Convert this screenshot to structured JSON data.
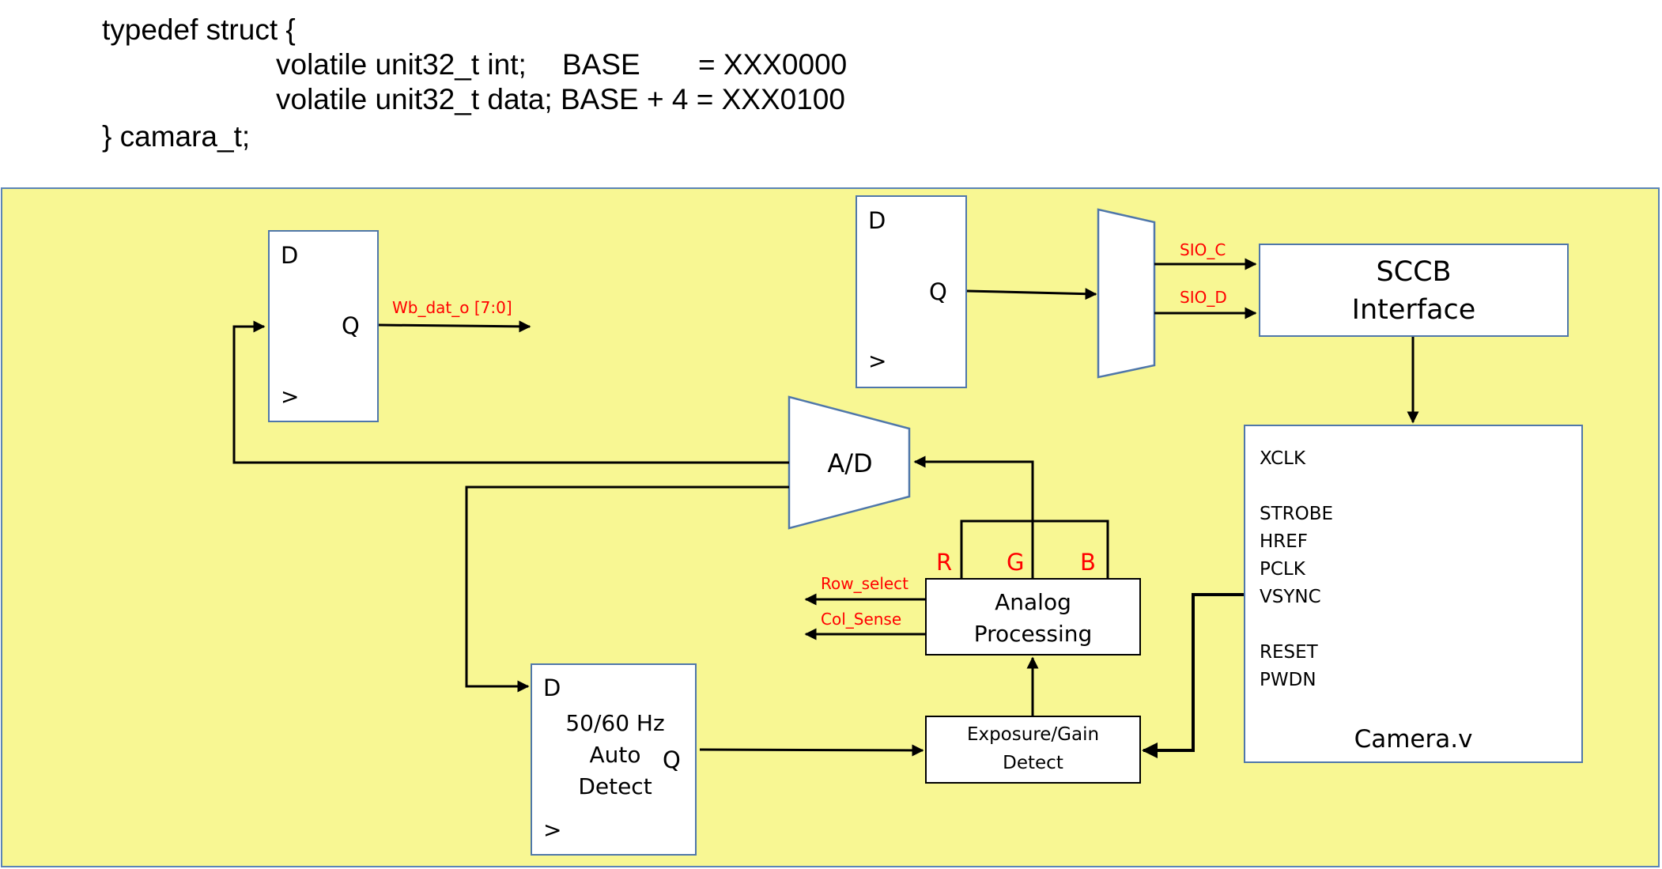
{
  "code": {
    "line1": "typedef struct {",
    "line2_decl": "volatile unit32_t int;",
    "line2_base": "BASE",
    "line2_addr": "= XXX0000",
    "line3": "volatile unit32_t data; BASE + 4 = XXX0100",
    "line4": "} camara_t;"
  },
  "diagram": {
    "reg1": {
      "d": "D",
      "q": "Q",
      "clk": ">"
    },
    "reg2": {
      "d": "D",
      "q": "Q",
      "clk": ">"
    },
    "wb_out_label": "Wb_dat_o [7:0]",
    "sio_c": "SIO_C",
    "sio_d": "SIO_D",
    "sccb_line1": "SCCB",
    "sccb_line2": "Interface",
    "adc": "A/D",
    "rgb": {
      "r": "R",
      "g": "G",
      "b": "B"
    },
    "analog_line1": "Analog",
    "analog_line2": "Processing",
    "row_select": "Row_select",
    "col_sense": "Col_Sense",
    "detect_block": {
      "d": "D",
      "line1": "50/60 Hz",
      "line2": "Auto",
      "line3": "Detect",
      "q": "Q",
      "clk": ">"
    },
    "exposure_line1": "Exposure/Gain",
    "exposure_line2": "Detect",
    "camera_pins": [
      "XCLK",
      "STROBE",
      "HREF",
      "PCLK",
      "VSYNC",
      "RESET",
      "PWDN"
    ],
    "camera_name": "Camera.v"
  },
  "colors": {
    "panel": "#f8f793",
    "block_border": "#4f77aa",
    "signal_label": "#ff0000"
  }
}
